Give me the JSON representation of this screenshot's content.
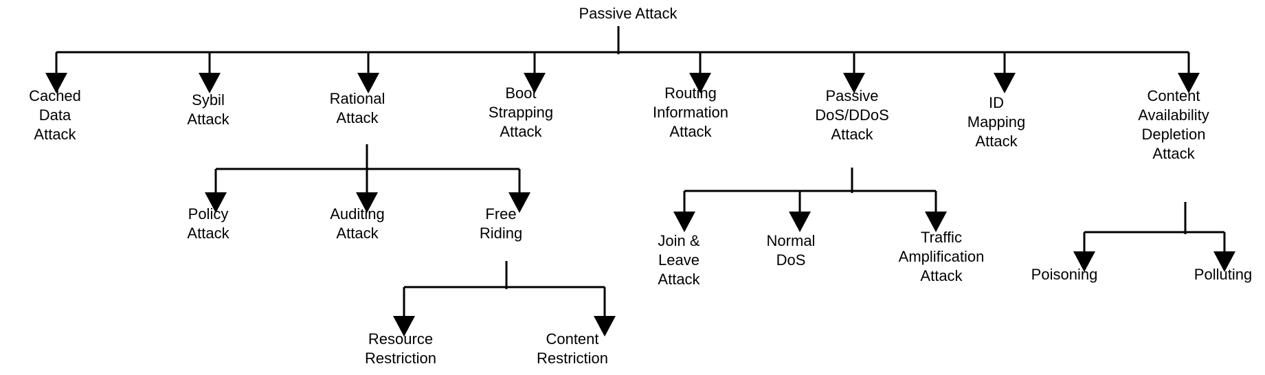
{
  "diagram": {
    "root": {
      "id": "root",
      "lines": [
        "Passive Attack"
      ]
    },
    "attacks": [
      {
        "id": "cached",
        "lines": [
          "Cached",
          "Data",
          "Attack"
        ]
      },
      {
        "id": "sybil",
        "lines": [
          "Sybil",
          "Attack"
        ]
      },
      {
        "id": "rational",
        "lines": [
          "Rational",
          "Attack"
        ]
      },
      {
        "id": "boot",
        "lines": [
          "Boot",
          "Strapping",
          "Attack"
        ]
      },
      {
        "id": "routing",
        "lines": [
          "Routing",
          "Information",
          "Attack"
        ]
      },
      {
        "id": "dos",
        "lines": [
          "Passive",
          "DoS/DDoS",
          "Attack"
        ]
      },
      {
        "id": "idmap",
        "lines": [
          "ID",
          "Mapping",
          "Attack"
        ]
      },
      {
        "id": "content",
        "lines": [
          "Content",
          "Availability",
          "Depletion",
          "Attack"
        ]
      }
    ],
    "rational_children": [
      {
        "id": "policy",
        "lines": [
          "Policy",
          "Attack"
        ]
      },
      {
        "id": "auditing",
        "lines": [
          "Auditing",
          "Attack"
        ]
      },
      {
        "id": "free",
        "lines": [
          "Free",
          "Riding"
        ]
      }
    ],
    "free_riding_children": [
      {
        "id": "resource",
        "lines": [
          "Resource",
          "Restriction"
        ]
      },
      {
        "id": "contentres",
        "lines": [
          "Content",
          "Restriction"
        ]
      }
    ],
    "dos_children": [
      {
        "id": "join",
        "lines": [
          "Join &",
          "Leave",
          "Attack"
        ]
      },
      {
        "id": "normal",
        "lines": [
          "Normal",
          "DoS"
        ]
      },
      {
        "id": "traffic",
        "lines": [
          "Traffic",
          "Amplification",
          "Attack"
        ]
      }
    ],
    "content_children": [
      {
        "id": "poisoning",
        "lines": [
          "Poisoning"
        ]
      },
      {
        "id": "polluting",
        "lines": [
          "Polluting"
        ]
      }
    ]
  }
}
